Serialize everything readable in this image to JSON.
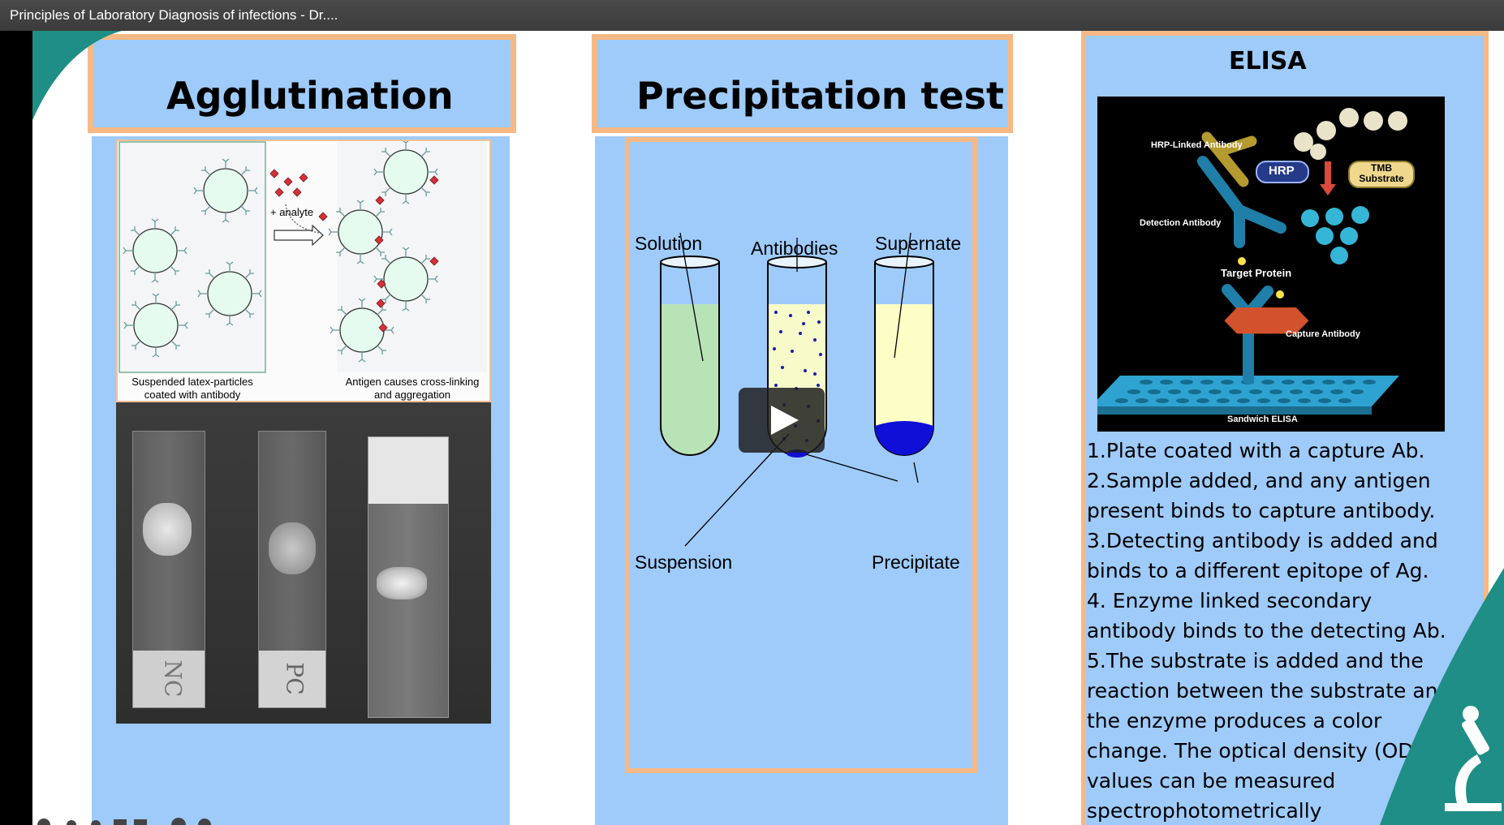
{
  "video": {
    "title": "Principles of Laboratory Diagnosis of infections - Dr...."
  },
  "slide": {
    "agglutination": {
      "heading": "Agglutination",
      "analyte_label": "+ analyte",
      "left_caption_line1": "Suspended latex-particles",
      "left_caption_line2": "coated with antibody",
      "right_caption_line1": "Antigen causes cross-linking",
      "right_caption_line2": "and aggregation",
      "slide_labels": [
        "NC",
        "PC"
      ]
    },
    "precipitation": {
      "heading": "Precipitation test",
      "labels": {
        "solution": "Solution",
        "antibodies": "Antibodies",
        "supernate": "Supernate",
        "suspension": "Suspension",
        "precipitate": "Precipitate"
      }
    },
    "elisa": {
      "heading": "ELISA",
      "diagram": {
        "hrp_linked_antibody": "HRP-Linked Antibody",
        "hrp": "HRP",
        "tmb_line1": "TMB",
        "tmb_line2": "Substrate",
        "detection_antibody": "Detection Antibody",
        "target_protein": "Target Protein",
        "capture_antibody": "Capture Antibody",
        "caption": "Sandwich ELISA"
      },
      "steps": [
        "1.Plate coated with a capture  Ab.",
        "2.Sample added, and any antigen",
        "present binds to capture antibody.",
        "3.Detecting antibody is added and",
        "binds to a different epitope of Ag.",
        "4. Enzyme linked secondary",
        "antibody binds to the detecting Ab.",
        "5.The substrate is added and the",
        "reaction between the substrate and",
        "the enzyme produces a color",
        "change. The optical density (OD)",
        "values can be measured",
        "spectrophotometrically"
      ]
    }
  },
  "colors": {
    "panel": "#9ecbfa",
    "border": "#f6b985",
    "teal": "#1e8e86"
  }
}
